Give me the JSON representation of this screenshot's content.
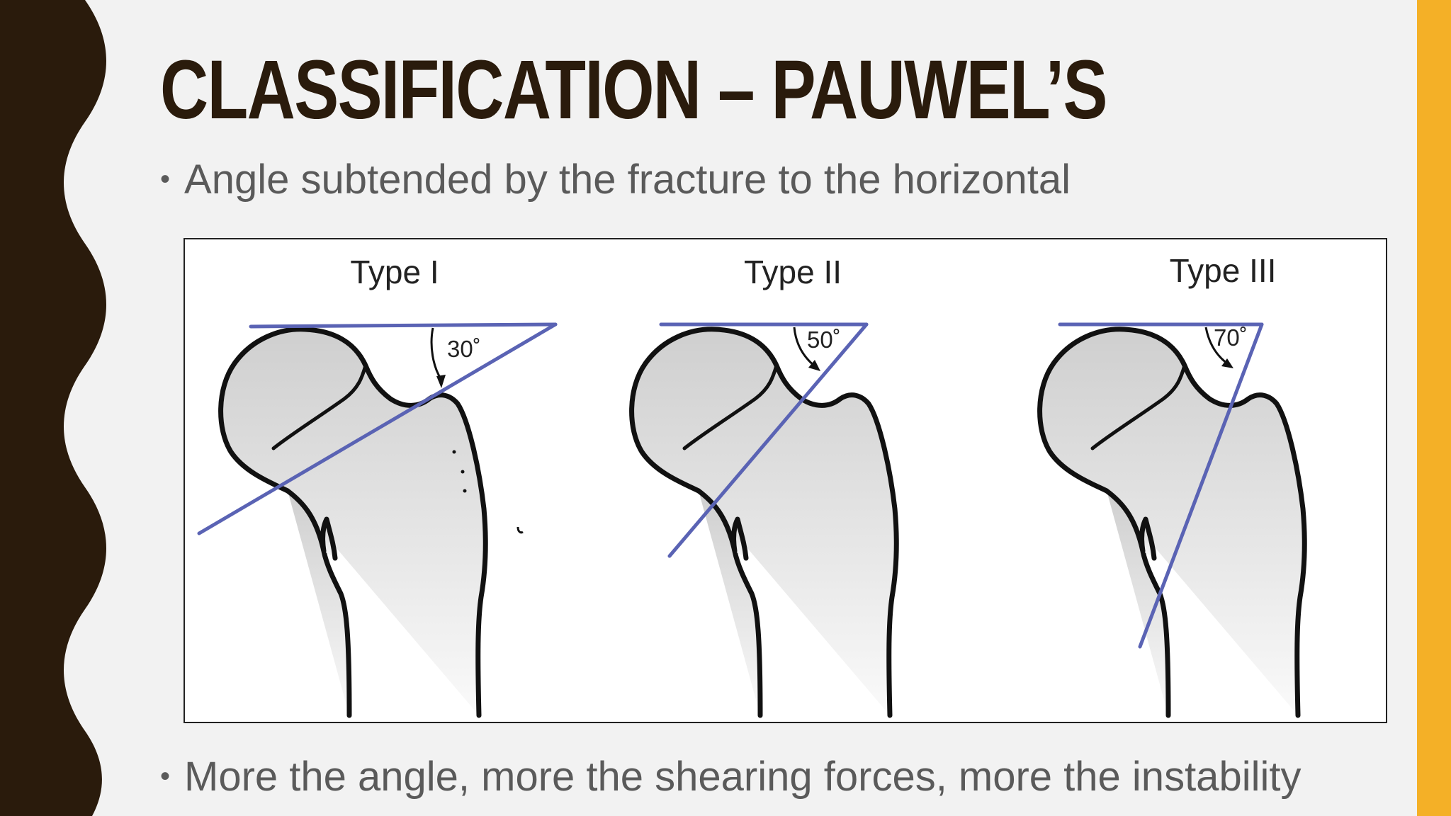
{
  "slide": {
    "title": "CLASSIFICATION – PAUWEL’S",
    "bullets": [
      "Angle subtended by the fracture to the horizontal",
      "More the angle, more the shearing forces, more the instability"
    ],
    "bullet_symbol": "•",
    "colors": {
      "title": "#2a1b0c",
      "left_band": "#2a1b0c",
      "right_band": "#f4b027",
      "fracture_line": "#5a63b4",
      "background": "#f2f2f2"
    }
  },
  "figure": {
    "types": [
      {
        "label": "Type I",
        "angle_text": "30˚",
        "angle_deg": 30
      },
      {
        "label": "Type II",
        "angle_text": "50˚",
        "angle_deg": 50
      },
      {
        "label": "Type III",
        "angle_text": "70˚",
        "angle_deg": 70
      }
    ]
  }
}
